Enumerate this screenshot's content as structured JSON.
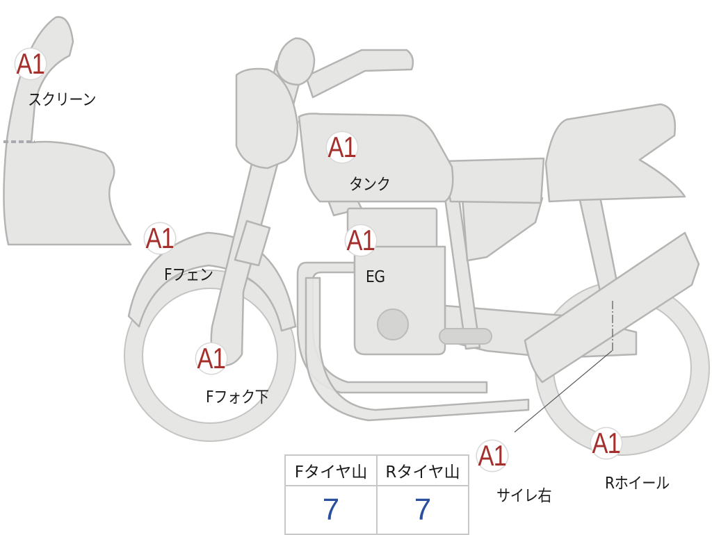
{
  "markers": [
    {
      "id": "screen",
      "grade": "A1",
      "label": "スクリーン"
    },
    {
      "id": "tank",
      "grade": "A1",
      "label": "タンク"
    },
    {
      "id": "front-fender",
      "grade": "A1",
      "label": "Fフェン"
    },
    {
      "id": "engine",
      "grade": "A1",
      "label": "EG"
    },
    {
      "id": "front-fork-lower",
      "grade": "A1",
      "label": "Fフォク下"
    },
    {
      "id": "muffler-right",
      "grade": "A1",
      "label": "サイレ右"
    },
    {
      "id": "rear-wheel",
      "grade": "A1",
      "label": "Rホイール"
    }
  ],
  "tire_table": {
    "headers": [
      "Fタイヤ山",
      "Rタイヤ山"
    ],
    "values": [
      "7",
      "7"
    ]
  },
  "colors": {
    "part_fill": "#e6e6e4",
    "part_stroke": "#b4b4b2",
    "grade_text": "#a3302c",
    "value_text": "#2a4f9e"
  }
}
